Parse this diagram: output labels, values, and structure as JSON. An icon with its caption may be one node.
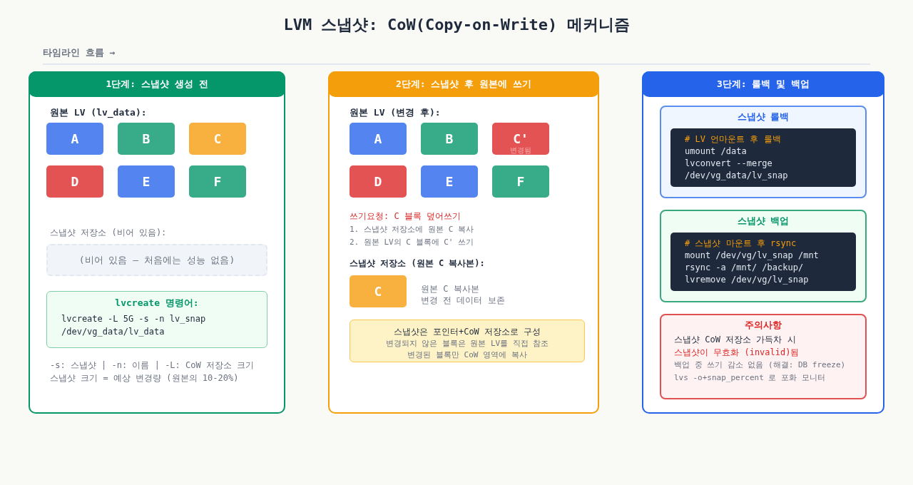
{
  "diagram": {
    "title": "LVM 스냅샷: CoW(Copy-on-Write) 메커니즘",
    "nodes": [
      {
        "text": [
          "1단계: 스냅샷 생성 전",
          "원본 LV (lv_data):",
          "스냅샷 저장소 (비어 있음):",
          "-s: 스냅샷 | -n: 이름 | -L: CoW 저장소 크기",
          "스냅샷 크기 = 예상 변경량 (원본의 10-20%)"
        ]
      },
      {
        "text": [
          "A"
        ],
        "in": 0
      },
      {
        "text": [
          "B"
        ],
        "in": 0
      },
      {
        "text": [
          "C"
        ],
        "in": 0
      },
      {
        "text": [
          "D"
        ],
        "in": 0
      },
      {
        "text": [
          "E"
        ],
        "in": 0
      },
      {
        "text": [
          "F"
        ],
        "in": 0
      },
      {
        "text": [
          "(비어 있음 — 처음에는 성능 없음)"
        ],
        "in": 0
      },
      {
        "text": [
          "lvcreate 명령어:",
          "lvcreate -L 5G -s -n lv_snap /dev/vg_data/lv_data"
        ],
        "in": 0
      },
      {
        "text": [
          "2단계: 스냅샷 후 원본에 쓰기",
          "원본 LV (변경 후):",
          "쓰기요청: C 블록 덮어쓰기",
          "1. 스냅샷 저장소에 원본 C 복사",
          "2. 원본 LV의 C 블록에 C' 쓰기",
          "스냅샷 저장소 (원본 C 복사본):"
        ]
      },
      {
        "text": [
          "A"
        ],
        "in": 9
      },
      {
        "text": [
          "B"
        ],
        "in": 9
      },
      {
        "text": [
          "C'",
          "변경됨"
        ],
        "in": 9
      },
      {
        "text": [
          "D"
        ],
        "in": 9
      },
      {
        "text": [
          "E"
        ],
        "in": 9
      },
      {
        "text": [
          "F"
        ],
        "in": 9
      },
      {
        "text": [
          "C"
        ],
        "in": 9,
        "beside": [
          "원본 C 복사본",
          "변경 전 데이터 보존"
        ]
      },
      {
        "text": [
          "스냅샷은 포인터+CoW 저장소로 구성",
          "변경되지 않은 블록은 원본 LV를 직접 참조",
          "변경된 블록만 CoW 영역에 복사"
        ],
        "in": 9
      },
      {
        "text": [
          "3단계: 롤백 및 백업"
        ]
      },
      {
        "text": [
          "스냅샷 롤백"
        ],
        "in": 18
      },
      {
        "text": [
          "# LV 언마운트 후 롤백",
          "umount /data",
          "lvconvert --merge /dev/vg_data/lv_snap"
        ],
        "in": 19
      },
      {
        "text": [
          "스냅샷 백업"
        ],
        "in": 18
      },
      {
        "text": [
          "# 스냅샷 마운트 후 rsync",
          "mount /dev/vg/lv_snap /mnt",
          "rsync -a /mnt/ /backup/",
          "lvremove /dev/vg/lv_snap"
        ],
        "in": 21
      },
      {
        "text": [
          "주의사항",
          "스냅샷 CoW 저장소 가득차 시",
          "스냅샷이 무효화 (invalid)됨",
          "백업 중 쓰기 감소 없음 (해결: DB freeze)",
          "lvs -o+snap_percent 로 포화 모니터"
        ],
        "in": 18
      }
    ],
    "labels": [
      "타임라인 흐름 →"
    ]
  }
}
